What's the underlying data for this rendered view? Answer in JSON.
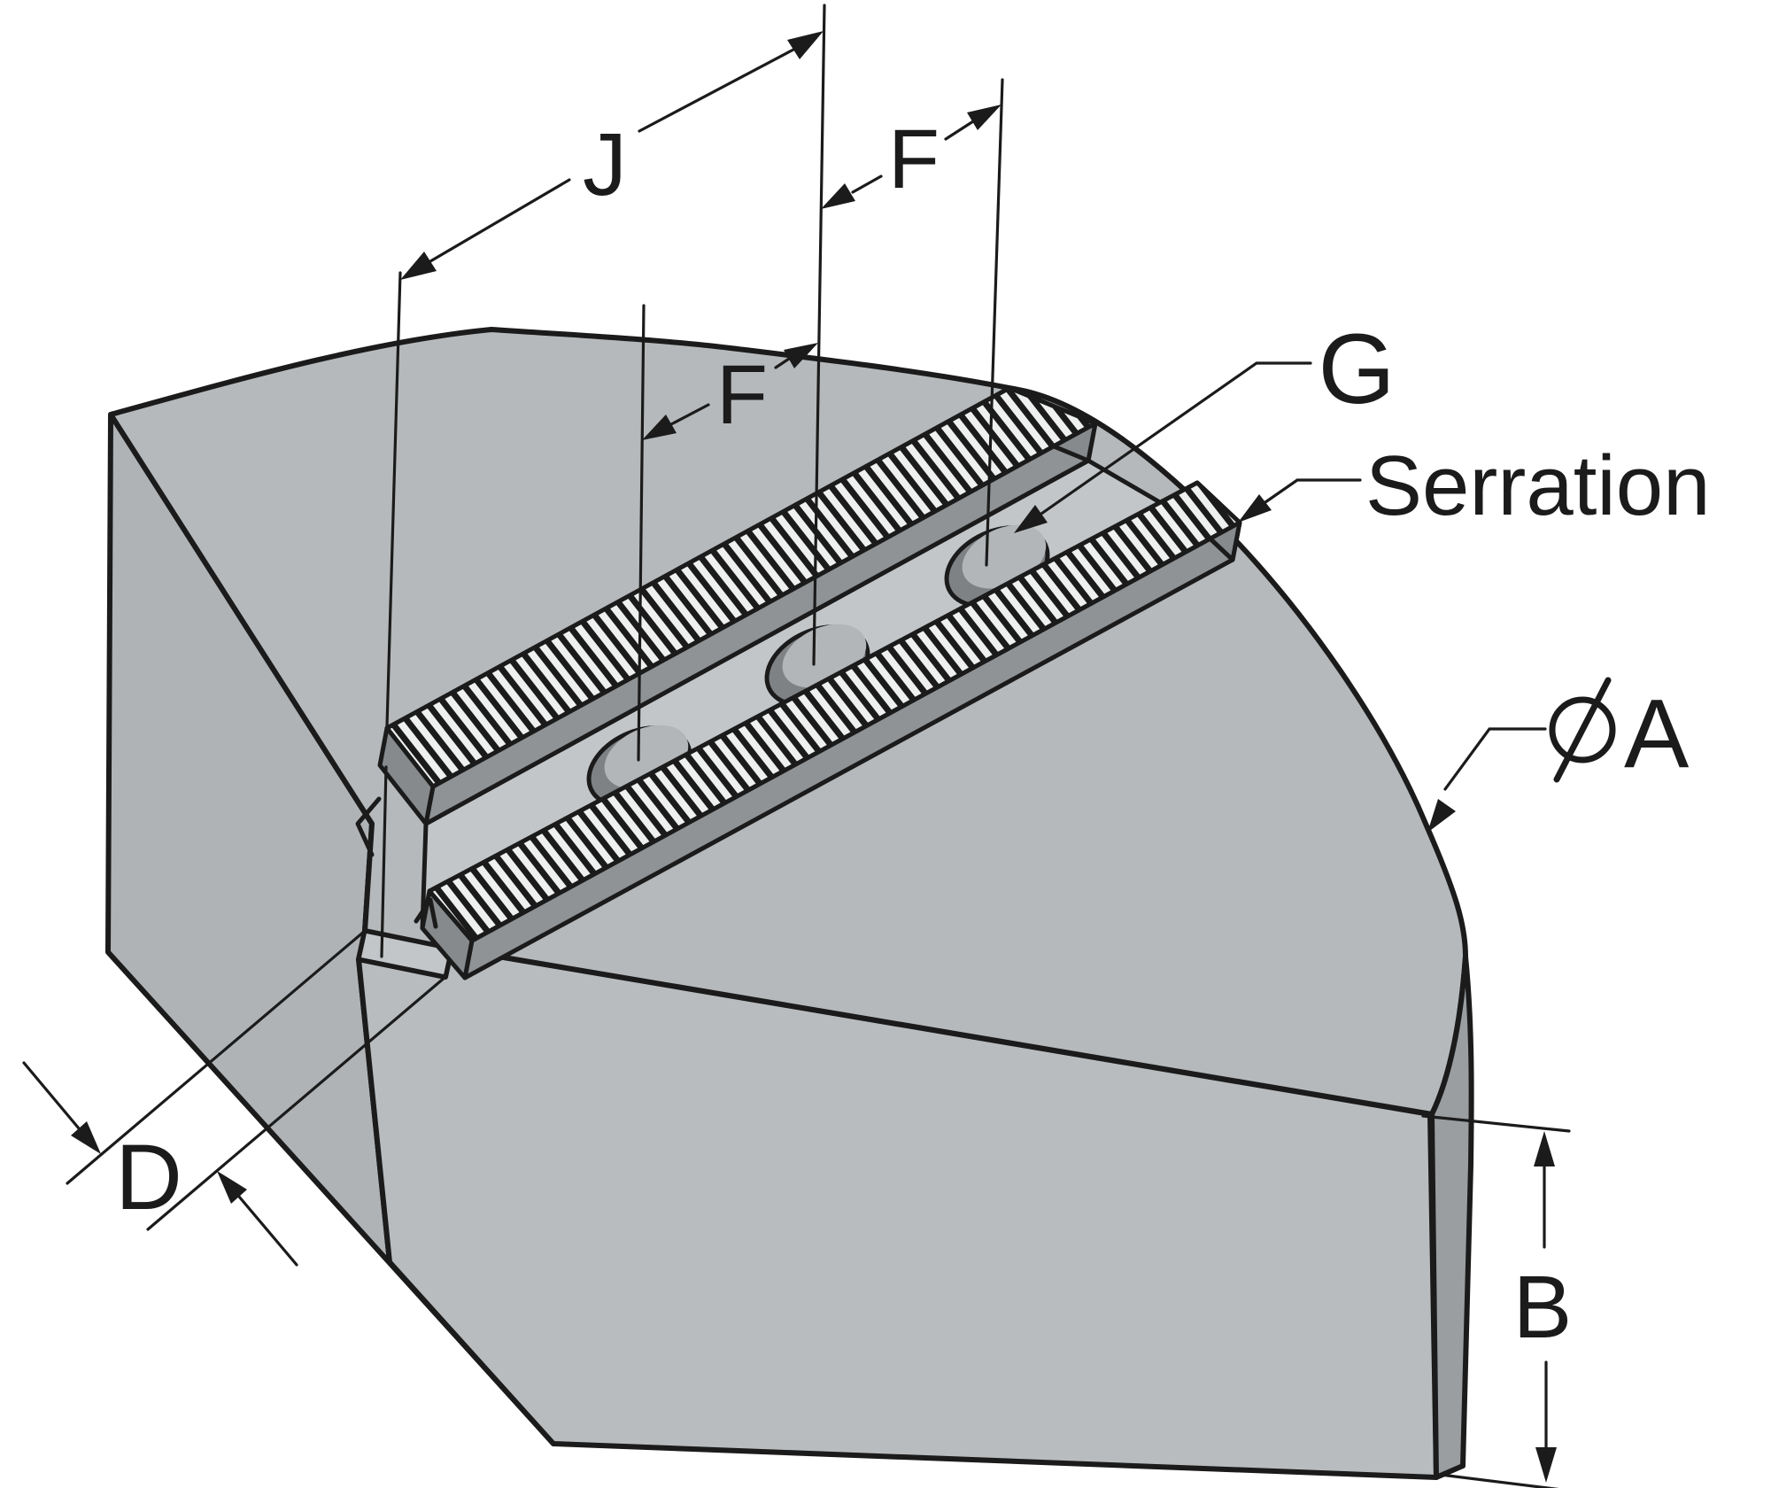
{
  "title": "Isometric dimension drawing of a serrated chuck pie jaw",
  "colors": {
    "background": "#ffffff",
    "outline": "#1b1b1b",
    "top_face": "#b6b9bb",
    "left_face": "#b0b3b6",
    "front_face": "#b9bcbe",
    "rim_band": "#9a9ea1",
    "rail_side": "#8f9396",
    "rail_end": "#868a8d",
    "channel_floor": "#c3c6c8",
    "step_ledge": "#c3c6c8",
    "hole_floor": "#b3b6b9",
    "hole_shadow": "#7e8285",
    "serration_fill": "#eef0f0",
    "serration_stripe": "#1b1b1b"
  },
  "labels": {
    "j": "J",
    "f_lower": "F",
    "f_upper": "F",
    "g": "G",
    "serration": "Serration",
    "diameter_symbol": "∅",
    "diameter": "A",
    "d": "D",
    "b": "B"
  }
}
